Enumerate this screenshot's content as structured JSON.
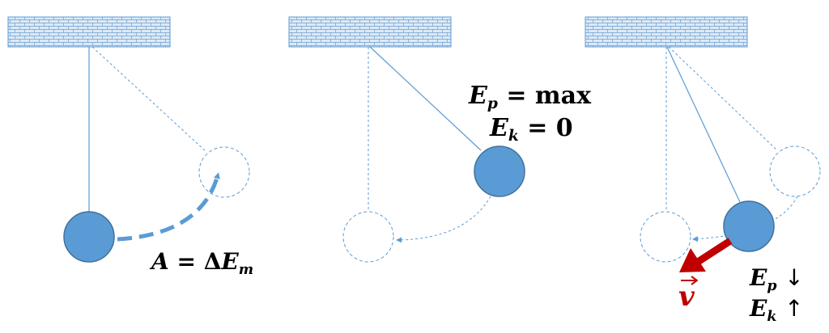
{
  "colors": {
    "pendulum_blue": "#5b9bd5",
    "bob_stroke": "#41719c",
    "velocity_red": "#c00000",
    "ceiling_fill": "#dbe9f6"
  },
  "panel1": {
    "label_A": "A",
    "label_eq": " = Δ",
    "label_E": "E",
    "label_sub": "m"
  },
  "panel2": {
    "ep_E": "E",
    "ep_sub": "p",
    "ep_rest": " = max",
    "ek_E": "E",
    "ek_sub": "k",
    "ek_rest": " = 0"
  },
  "panel3": {
    "velocity_symbol": "v",
    "ep_E": "E",
    "ep_sub": "p",
    "ep_arrow": "↓",
    "ek_E": "E",
    "ek_sub": "k",
    "ek_arrow": "↑"
  }
}
